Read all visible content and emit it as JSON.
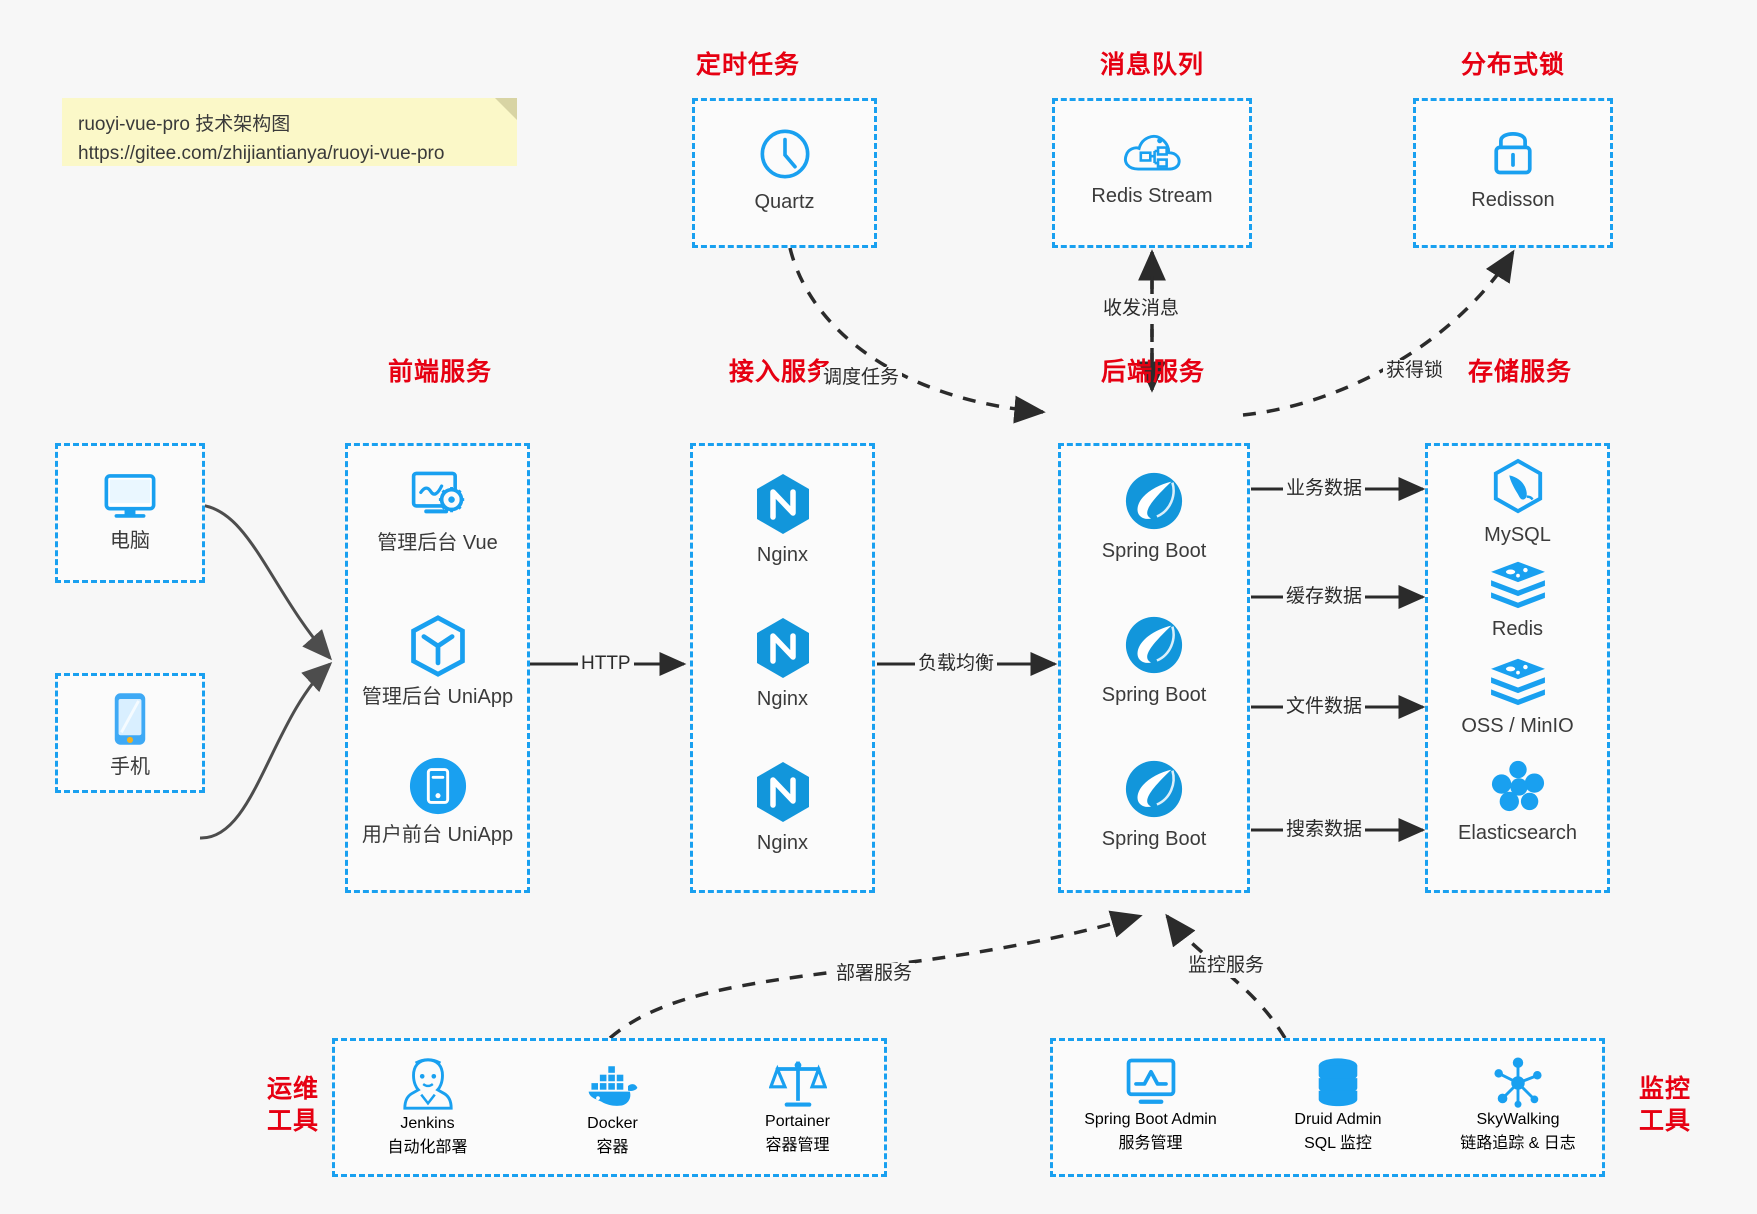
{
  "note": {
    "line1": "ruoyi-vue-pro 技术架构图",
    "line2": "https://gitee.com/zhijiantianya/ruoyi-vue-pro"
  },
  "colors": {
    "accent_blue": "#19a0f0",
    "title_red": "#e60012",
    "background": "#f7f7f7",
    "box_fill": "#fbfbfb",
    "note_yellow": "#fbf8c8",
    "arrow_dark": "#2b2b2b"
  },
  "groups": {
    "scheduler": {
      "title": "定时任务",
      "nodes": [
        {
          "label": "Quartz",
          "icon": "clock-icon"
        }
      ]
    },
    "mq": {
      "title": "消息队列",
      "nodes": [
        {
          "label": "Redis Stream",
          "icon": "cloud-network-icon"
        }
      ]
    },
    "lock": {
      "title": "分布式锁",
      "nodes": [
        {
          "label": "Redisson",
          "icon": "padlock-icon"
        }
      ]
    },
    "clients": {
      "nodes": [
        {
          "label": "电脑",
          "icon": "desktop-monitor-icon"
        },
        {
          "label": "手机",
          "icon": "smartphone-icon"
        }
      ]
    },
    "frontend": {
      "title": "前端服务",
      "nodes": [
        {
          "label": "管理后台 Vue",
          "icon": "dashboard-gear-icon"
        },
        {
          "label": "管理后台 UniApp",
          "icon": "hexagon-cube-icon"
        },
        {
          "label": "用户前台 UniApp",
          "icon": "mobile-circle-icon"
        }
      ]
    },
    "gateway": {
      "title": "接入服务",
      "nodes": [
        {
          "label": "Nginx",
          "icon": "nginx-icon"
        },
        {
          "label": "Nginx",
          "icon": "nginx-icon"
        },
        {
          "label": "Nginx",
          "icon": "nginx-icon"
        }
      ]
    },
    "backend": {
      "title": "后端服务",
      "nodes": [
        {
          "label": "Spring Boot",
          "icon": "spring-boot-icon"
        },
        {
          "label": "Spring Boot",
          "icon": "spring-boot-icon"
        },
        {
          "label": "Spring Boot",
          "icon": "spring-boot-icon"
        }
      ]
    },
    "storage": {
      "title": "存储服务",
      "nodes": [
        {
          "label": "MySQL",
          "icon": "mysql-icon"
        },
        {
          "label": "Redis",
          "icon": "redis-icon"
        },
        {
          "label": "OSS / MinIO",
          "icon": "redis-icon"
        },
        {
          "label": "Elasticsearch",
          "icon": "elasticsearch-icon"
        }
      ]
    },
    "devops": {
      "title_line1": "运维",
      "title_line2": "工具",
      "nodes": [
        {
          "label": "Jenkins",
          "sub": "自动化部署",
          "icon": "jenkins-butler-icon"
        },
        {
          "label": "Docker",
          "sub": "容器",
          "icon": "docker-whale-icon"
        },
        {
          "label": "Portainer",
          "sub": "容器管理",
          "icon": "balance-scale-icon"
        }
      ]
    },
    "monitor": {
      "title_line1": "监控",
      "title_line2": "工具",
      "nodes": [
        {
          "label": "Spring Boot Admin",
          "sub": "服务管理",
          "icon": "monitor-chart-icon"
        },
        {
          "label": "Druid Admin",
          "sub": "SQL 监控",
          "icon": "database-stack-icon"
        },
        {
          "label": "SkyWalking",
          "sub": "链路追踪 & 日志",
          "icon": "skywalking-node-icon"
        }
      ]
    }
  },
  "edges": [
    {
      "id": "http",
      "label": "HTTP"
    },
    {
      "id": "loadbalance",
      "label": "负载均衡"
    },
    {
      "id": "schedule-task",
      "label": "调度任务"
    },
    {
      "id": "send-receive-message",
      "label": "收发消息"
    },
    {
      "id": "acquire-lock",
      "label": "获得锁"
    },
    {
      "id": "business-data",
      "label": "业务数据"
    },
    {
      "id": "cache-data",
      "label": "缓存数据"
    },
    {
      "id": "file-data",
      "label": "文件数据"
    },
    {
      "id": "search-data",
      "label": "搜索数据"
    },
    {
      "id": "deploy-service",
      "label": "部署服务"
    },
    {
      "id": "monitor-service",
      "label": "监控服务"
    }
  ]
}
